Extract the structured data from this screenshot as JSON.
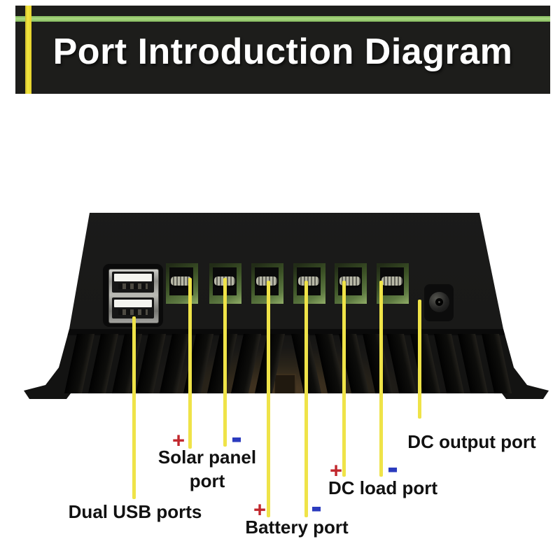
{
  "banner": {
    "title": "Port Introduction Diagram"
  },
  "callouts": {
    "dual_usb": {
      "label": "Dual USB ports"
    },
    "solar": {
      "label_line1": "Solar panel",
      "label_line2": "port",
      "plus": "+",
      "minus": "-"
    },
    "battery": {
      "label": "Battery port",
      "plus": "+",
      "minus": "-"
    },
    "dc_load": {
      "label": "DC load port",
      "plus": "+",
      "minus": "-"
    },
    "dc_output": {
      "label": "DC output port"
    }
  },
  "colors": {
    "leader_line": "#EFE348",
    "plus_sign": "#C1272D",
    "minus_sign": "#2B3BBE",
    "banner_bg": "#1D1D1B",
    "banner_green_stripe": "#A9D780",
    "banner_yellow_stripe": "#F3E73E",
    "label_text": "#111111",
    "terminal_green": "#5E7A42",
    "device_body": "#1B1B1A"
  }
}
